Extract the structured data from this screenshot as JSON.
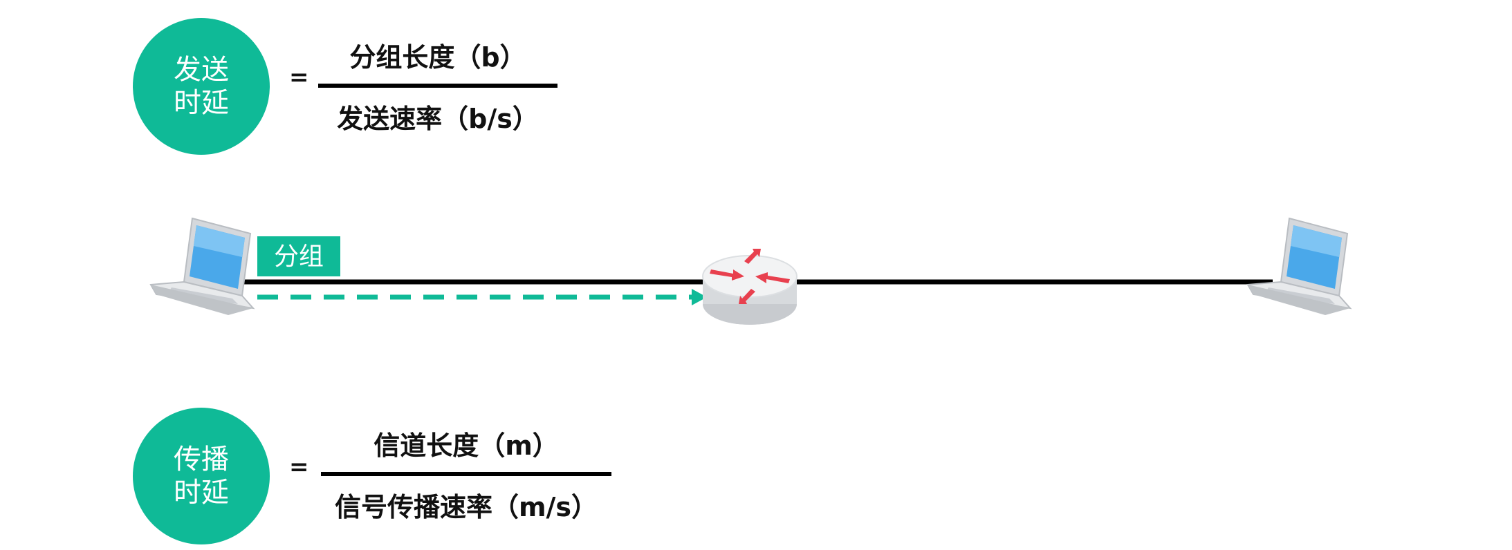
{
  "transmission": {
    "circle_line1": "发送",
    "circle_line2": "时延",
    "equals": "=",
    "numerator": "分组长度（b）",
    "denominator": "发送速率（b/s）"
  },
  "propagation": {
    "circle_line1": "传播",
    "circle_line2": "时延",
    "equals": "=",
    "numerator": "信道长度（m）",
    "denominator": "信号传播速率（m/s）"
  },
  "network": {
    "packet_label": "分组",
    "colors": {
      "accent": "#0fba97",
      "link": "#000000",
      "router_arrows": "#e8404e"
    },
    "icons": [
      "laptop-icon",
      "router-icon",
      "laptop-icon"
    ]
  }
}
